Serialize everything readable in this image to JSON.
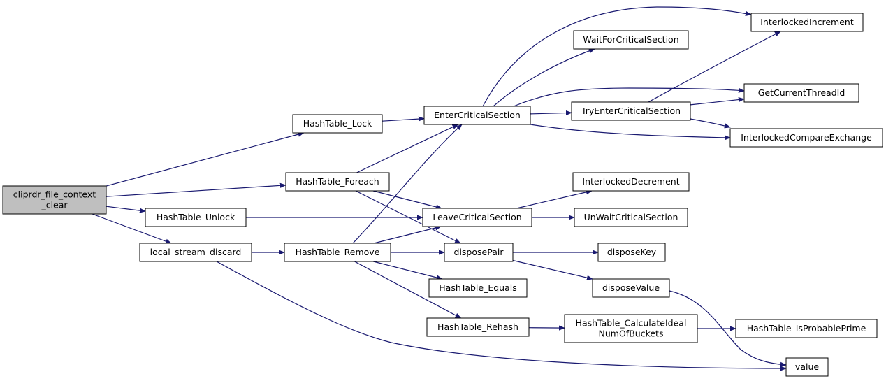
{
  "colors": {
    "edge": "#191970",
    "node_fill": "#ffffff",
    "root_fill": "#bfbfbf",
    "node_border": "#000000"
  },
  "nodes": [
    {
      "id": "n_root",
      "lines": [
        "cliprdr_file_context",
        "_clear"
      ],
      "root": true
    },
    {
      "id": "n_lock",
      "lines": [
        "HashTable_Lock"
      ]
    },
    {
      "id": "n_foreach",
      "lines": [
        "HashTable_Foreach"
      ]
    },
    {
      "id": "n_unlock",
      "lines": [
        "HashTable_Unlock"
      ]
    },
    {
      "id": "n_lsd",
      "lines": [
        "local_stream_discard"
      ]
    },
    {
      "id": "n_ecs",
      "lines": [
        "EnterCriticalSection"
      ]
    },
    {
      "id": "n_lcs",
      "lines": [
        "LeaveCriticalSection"
      ]
    },
    {
      "id": "n_remove",
      "lines": [
        "HashTable_Remove"
      ]
    },
    {
      "id": "n_dpair",
      "lines": [
        "disposePair"
      ]
    },
    {
      "id": "n_equals",
      "lines": [
        "HashTable_Equals"
      ]
    },
    {
      "id": "n_rehash",
      "lines": [
        "HashTable_Rehash"
      ]
    },
    {
      "id": "n_wfcs",
      "lines": [
        "WaitForCriticalSection"
      ]
    },
    {
      "id": "n_tecs",
      "lines": [
        "TryEnterCriticalSection"
      ]
    },
    {
      "id": "n_idec",
      "lines": [
        "InterlockedDecrement"
      ]
    },
    {
      "id": "n_uwcs",
      "lines": [
        "UnWaitCriticalSection"
      ]
    },
    {
      "id": "n_dkey",
      "lines": [
        "disposeKey"
      ]
    },
    {
      "id": "n_dval",
      "lines": [
        "disposeValue"
      ]
    },
    {
      "id": "n_calc",
      "lines": [
        "HashTable_CalculateIdeal",
        "NumOfBuckets"
      ]
    },
    {
      "id": "n_iinc",
      "lines": [
        "InterlockedIncrement"
      ]
    },
    {
      "id": "n_gctid",
      "lines": [
        "GetCurrentThreadId"
      ]
    },
    {
      "id": "n_ice",
      "lines": [
        "InterlockedCompareExchange"
      ]
    },
    {
      "id": "n_prime",
      "lines": [
        "HashTable_IsProbablePrime"
      ]
    },
    {
      "id": "n_value",
      "lines": [
        "value"
      ]
    }
  ],
  "edges": [
    {
      "from": "n_root",
      "to": "n_lock"
    },
    {
      "from": "n_root",
      "to": "n_foreach"
    },
    {
      "from": "n_root",
      "to": "n_unlock"
    },
    {
      "from": "n_root",
      "to": "n_lsd"
    },
    {
      "from": "n_lock",
      "to": "n_ecs"
    },
    {
      "from": "n_foreach",
      "to": "n_ecs"
    },
    {
      "from": "n_foreach",
      "to": "n_lcs"
    },
    {
      "from": "n_foreach",
      "to": "n_dpair"
    },
    {
      "from": "n_unlock",
      "to": "n_lcs"
    },
    {
      "from": "n_lsd",
      "to": "n_remove"
    },
    {
      "from": "n_lsd",
      "to": "n_value"
    },
    {
      "from": "n_remove",
      "to": "n_ecs"
    },
    {
      "from": "n_remove",
      "to": "n_lcs"
    },
    {
      "from": "n_remove",
      "to": "n_dpair"
    },
    {
      "from": "n_remove",
      "to": "n_equals"
    },
    {
      "from": "n_remove",
      "to": "n_rehash"
    },
    {
      "from": "n_ecs",
      "to": "n_iinc"
    },
    {
      "from": "n_ecs",
      "to": "n_wfcs"
    },
    {
      "from": "n_ecs",
      "to": "n_gctid"
    },
    {
      "from": "n_ecs",
      "to": "n_tecs"
    },
    {
      "from": "n_ecs",
      "to": "n_ice"
    },
    {
      "from": "n_tecs",
      "to": "n_iinc"
    },
    {
      "from": "n_tecs",
      "to": "n_gctid"
    },
    {
      "from": "n_tecs",
      "to": "n_ice"
    },
    {
      "from": "n_lcs",
      "to": "n_idec"
    },
    {
      "from": "n_lcs",
      "to": "n_uwcs"
    },
    {
      "from": "n_dpair",
      "to": "n_dkey"
    },
    {
      "from": "n_dpair",
      "to": "n_dval"
    },
    {
      "from": "n_dval",
      "to": "n_value"
    },
    {
      "from": "n_rehash",
      "to": "n_calc"
    },
    {
      "from": "n_calc",
      "to": "n_prime"
    }
  ]
}
